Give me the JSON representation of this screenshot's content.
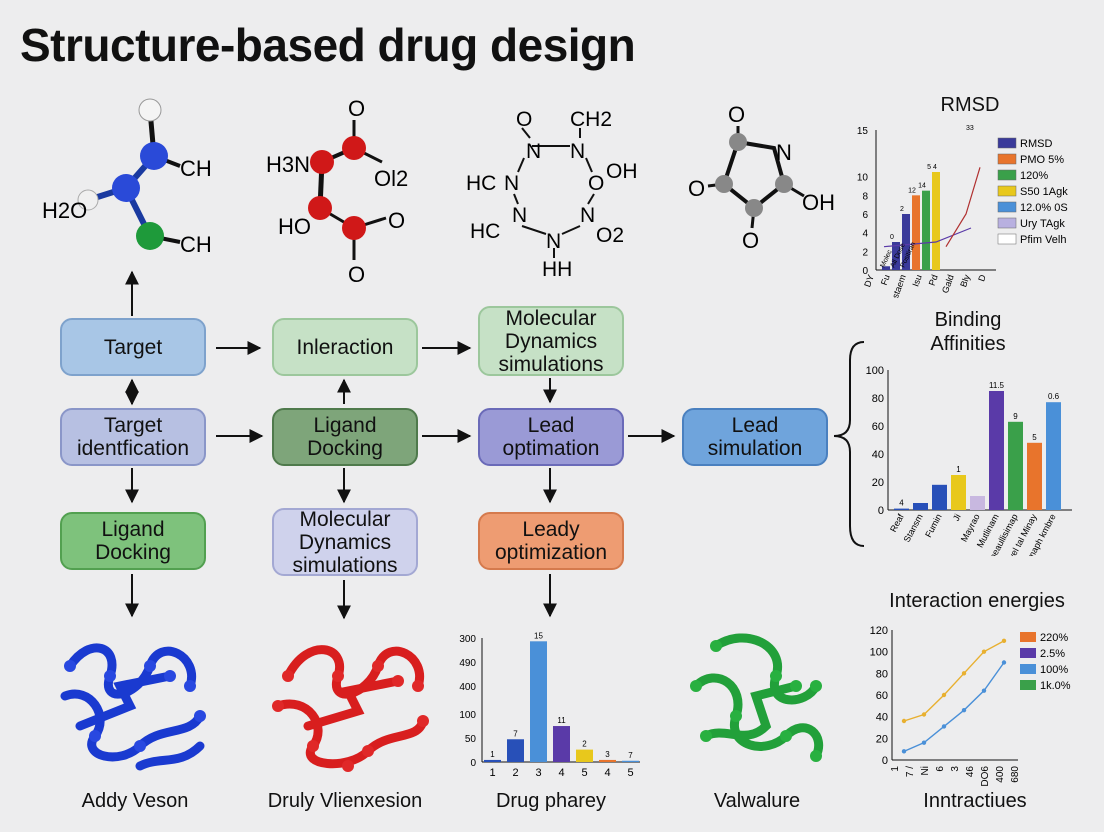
{
  "title": "Structure-based drug design",
  "molecules": {
    "m1": {
      "ch_top": "CH",
      "h2o": "H2O",
      "ch_bot": "CH"
    },
    "m2": {
      "o_top": "O",
      "h3n": "H3N",
      "ol2": "Ol2",
      "ho": "HO",
      "o_right": "O",
      "o_bot": "O"
    },
    "m3": {
      "ch2": "CH2",
      "o1": "O",
      "n1": "N",
      "n2": "N",
      "hc1": "HC",
      "n3": "N",
      "oh": "OH",
      "o2": "O",
      "hc2": "HC",
      "n4": "N",
      "n5": "N",
      "n6": "N",
      "o3": "O2",
      "hh": "HH"
    },
    "m4": {
      "o_top": "O",
      "n": "N",
      "o_left": "O",
      "oh": "OH",
      "o_bot": "O"
    }
  },
  "boxes": {
    "target": "Target",
    "interaction": "Inleraction",
    "md_top": "Molecular Dynamics simulations",
    "target_id": "Target identfication",
    "ligand_docking_mid": "Ligand Docking",
    "lead_opt": "Lead optimation",
    "lead_sim": "Lead simulation",
    "ligand_docking_bot": "Ligand Docking",
    "md_bot": "Molecular Dynamics simulations",
    "leady_opt": "Leady optimization"
  },
  "captions": {
    "c1": "Addy Veson",
    "c2": "Druly Vlienxesion",
    "c3": "Drug pharey",
    "c4": "Valwalure",
    "c5": "Inntractiues"
  },
  "colors": {
    "navy": "#3a3a9a",
    "orange": "#e8742c",
    "green": "#3aa04a",
    "yellow": "#e8c81c",
    "sky": "#4a90d8",
    "purple": "#5a3aa8",
    "lavender": "#b8b0e0",
    "blue": "#2850b8",
    "red": "#d83030"
  },
  "chart_data": [
    {
      "id": "rmsd",
      "type": "bar",
      "title": "RMSD",
      "ylim": [
        0,
        15
      ],
      "yticks": [
        0,
        2,
        4,
        6,
        8,
        10,
        15
      ],
      "categories": [
        "DY",
        "Fu",
        "Castaem",
        "Isu",
        "Pd",
        "Gald",
        "Bly",
        "D"
      ],
      "bar_labels": [
        "Molec",
        "All Dose",
        "Positiran"
      ],
      "series": [
        {
          "name": "RMSD",
          "color": "#3a3a9a",
          "values": [
            0.4,
            3,
            6
          ]
        },
        {
          "name": "PMO 5%",
          "color": "#e8742c",
          "values": [
            8
          ]
        },
        {
          "name": "120%",
          "color": "#3aa04a",
          "values": [
            8.5
          ]
        },
        {
          "name": "S50 1Agk",
          "color": "#e8c81c",
          "values": [
            10.5
          ]
        },
        {
          "name": "12.0% 0S",
          "color": "#4a90d8",
          "values": []
        },
        {
          "name": "Ury TAgk",
          "color": "#b8b0e0",
          "values": []
        },
        {
          "name": "Pfim Velh",
          "color": "#ffffff",
          "values": []
        }
      ],
      "value_labels": [
        "0",
        "2",
        "12",
        "14",
        "5 4",
        "3",
        "33"
      ],
      "legend": "right"
    },
    {
      "id": "binding",
      "type": "bar",
      "title": "Binding Affinities",
      "ylim": [
        0,
        100
      ],
      "yticks": [
        0,
        20,
        40,
        60,
        80,
        100
      ],
      "categories": [
        "Reaf",
        "Stansm",
        "Fumin",
        "Ji",
        "Mayrao",
        "Mutlinam",
        "Umeaullisimap",
        "Fostiyel tal Minay",
        "EsruEmaph kmbre"
      ],
      "values": [
        1,
        5,
        18,
        25,
        10,
        85,
        63,
        48,
        77
      ],
      "colors": [
        "#2850b8",
        "#2850b8",
        "#2850b8",
        "#e8c81c",
        "#c8b8e0",
        "#5a3aa8",
        "#3aa04a",
        "#e8742c",
        "#4a90d8"
      ],
      "value_labels": [
        "4",
        "",
        "",
        "1",
        "",
        "11.5",
        "9",
        "5",
        "0.6"
      ]
    },
    {
      "id": "pharey",
      "type": "bar",
      "ylim": [
        0,
        300
      ],
      "yticks": [
        0,
        50,
        100,
        400,
        490,
        300
      ],
      "categories": [
        "1",
        "2",
        "3",
        "4",
        "5",
        "4",
        "5"
      ],
      "values": [
        5,
        55,
        292,
        87,
        30,
        5,
        3
      ],
      "colors": [
        "#2850b8",
        "#2850b8",
        "#4a90d8",
        "#5a3aa8",
        "#e8c81c",
        "#e8742c",
        "#4a90d8"
      ],
      "value_labels": [
        "1",
        "7",
        "15",
        "11",
        "2",
        "3",
        "7"
      ]
    },
    {
      "id": "interaction",
      "type": "line",
      "title": "Interaction energies",
      "ylim": [
        0,
        120
      ],
      "yticks": [
        0,
        20,
        40,
        60,
        80,
        100,
        120
      ],
      "x": [
        "1",
        "7 /",
        "Ni",
        "6",
        "3",
        "46",
        "DO6",
        "400",
        "680"
      ],
      "series": [
        {
          "name": "220%",
          "color": "#e8742c",
          "values": [
            null,
            null,
            null,
            null,
            null,
            null,
            null
          ]
        },
        {
          "name": "2.5%",
          "color": "#5a3aa8",
          "values": []
        },
        {
          "name": "100%",
          "color": "#4a90d8",
          "values": []
        },
        {
          "name": "1k.0%",
          "color": "#3aa04a",
          "values": []
        }
      ],
      "lines": [
        {
          "color": "#e8b030",
          "values": [
            36,
            42,
            60,
            80,
            100,
            110
          ]
        },
        {
          "color": "#4a90d8",
          "values": [
            8,
            16,
            31,
            46,
            64,
            90
          ]
        }
      ]
    }
  ]
}
